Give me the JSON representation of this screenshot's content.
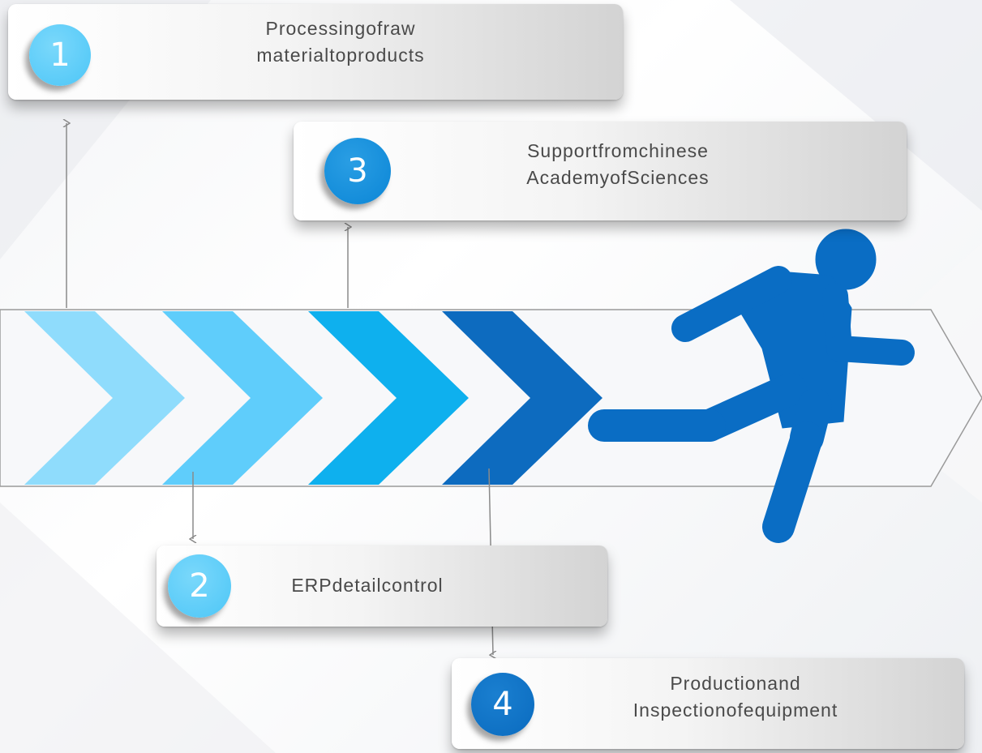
{
  "colors": {
    "chevron_1": "#8fdcfc",
    "chevron_2": "#5fcdfb",
    "chevron_3": "#0eb0ee",
    "chevron_4": "#0d6bbf",
    "runner": "#0a6dc4",
    "badge_light": "#4dc6f7",
    "badge_dark": "#0a6bbf",
    "connector": "#8a8a8a"
  },
  "steps": [
    {
      "number": "1",
      "lines": [
        "Processingofraw",
        "materialtoproducts"
      ]
    },
    {
      "number": "2",
      "lines": [
        "ERPdetailcontrol"
      ]
    },
    {
      "number": "3",
      "lines": [
        "Supportfromchinese",
        "AcademyofSciences"
      ]
    },
    {
      "number": "4",
      "lines": [
        "Productionand",
        "Inspectionofequipment"
      ]
    }
  ],
  "icons": {
    "runner": "running-person-icon",
    "arrow": "chevron-arrow-icon"
  }
}
